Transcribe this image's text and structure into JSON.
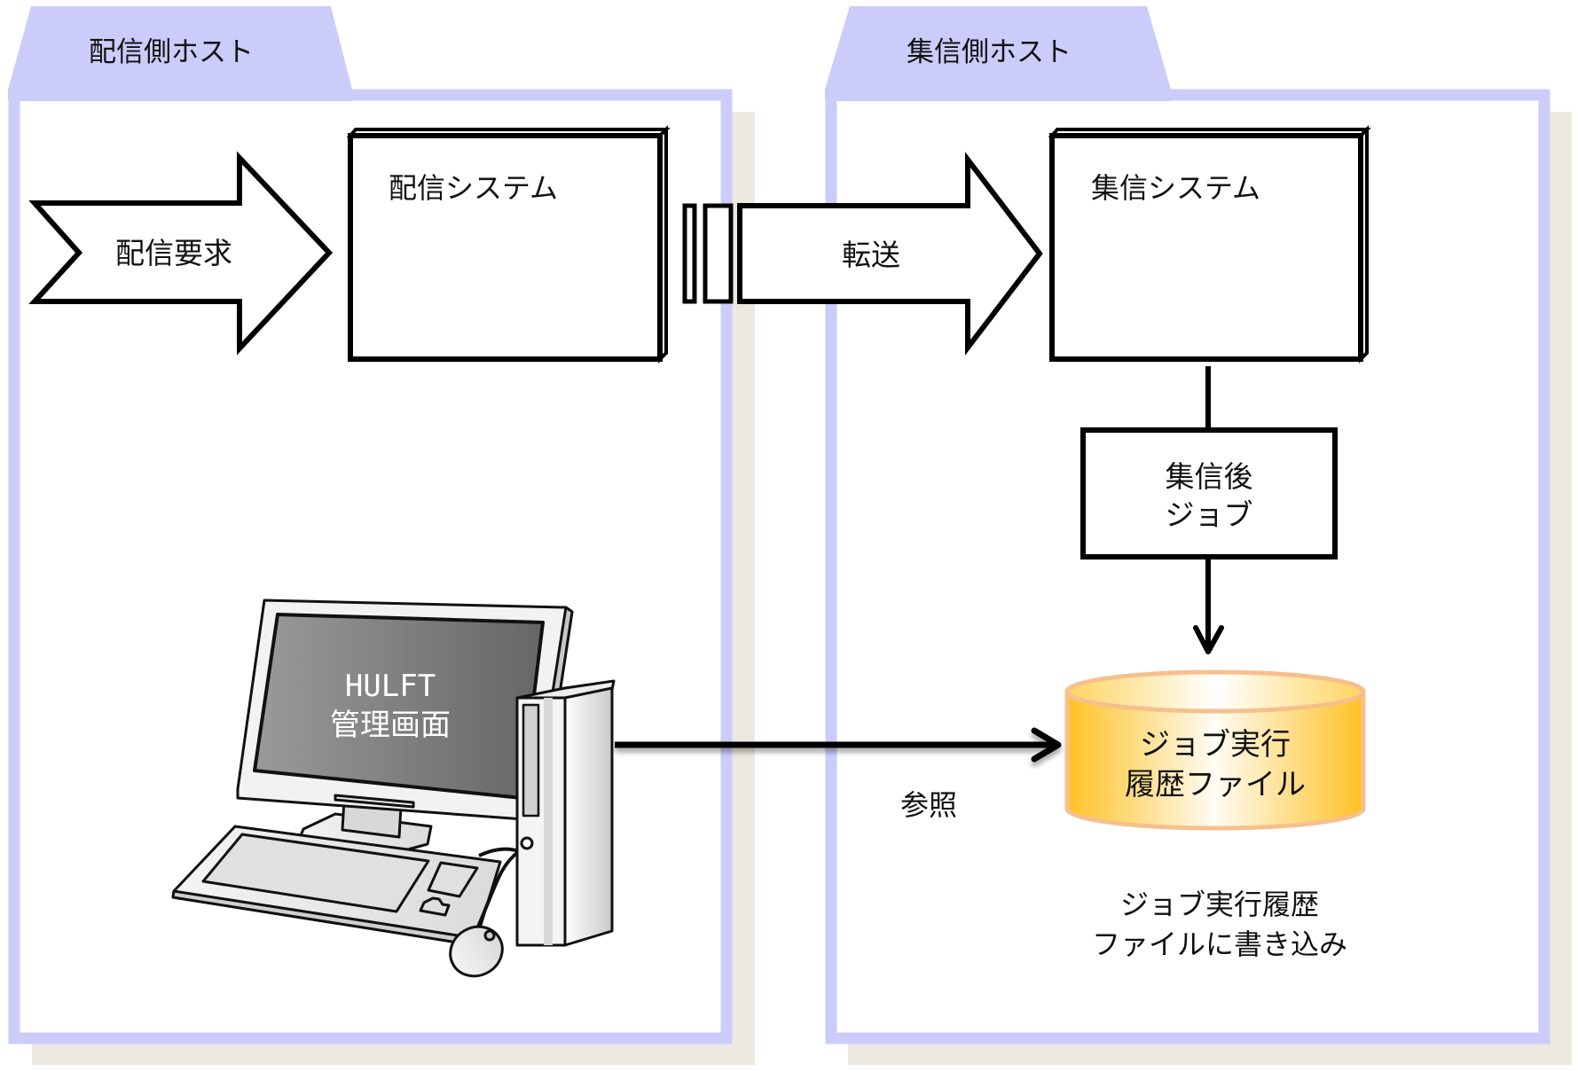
{
  "colors": {
    "panel_border": "#CCCCFA",
    "panel_shadow": "#ECEAE0",
    "stroke": "#000000",
    "cylinder_gold": "#FFC124",
    "cylinder_stroke": "#F6C08E",
    "screen_gray": "#7A7A7A"
  },
  "hosts": {
    "send": {
      "title": "配信側ホスト"
    },
    "receive": {
      "title": "集信側ホスト"
    }
  },
  "send_host": {
    "request_arrow": {
      "label": "配信要求"
    },
    "system_box": {
      "title": "配信システム"
    },
    "computer": {
      "screen_line1": "HULFT",
      "screen_line2": "管理画面"
    }
  },
  "transfer_arrow": {
    "label": "転送"
  },
  "receive_host": {
    "system_box": {
      "title": "集信システム"
    },
    "post_job_box": {
      "line1": "集信後",
      "line2": "ジョブ"
    },
    "history_file": {
      "line1": "ジョブ実行",
      "line2": "履歴ファイル"
    },
    "write_caption": {
      "line1": "ジョブ実行履歴",
      "line2": "ファイルに書き込み"
    }
  },
  "reference_arrow": {
    "label": "参照"
  }
}
